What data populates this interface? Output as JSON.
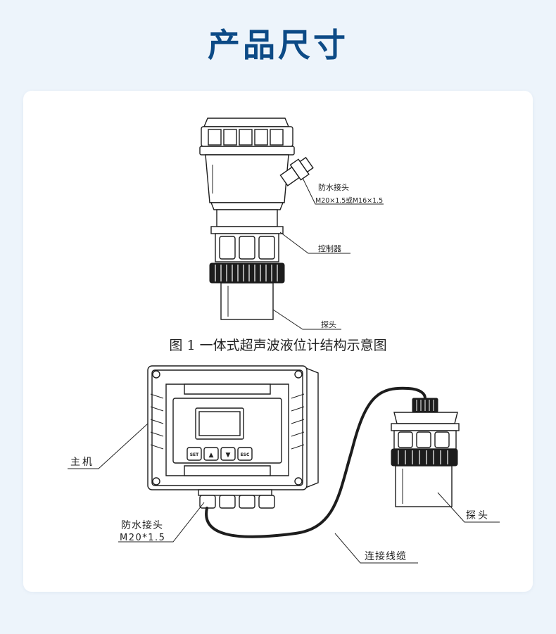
{
  "page": {
    "title": "产品尺寸"
  },
  "figure1": {
    "labels": {
      "waterproof_connector": "防水接头",
      "thread_spec": "M20×1.5或M16×1.5",
      "controller": "控制器",
      "probe": "探头"
    },
    "caption": "图 1  一体式超声波液位计结构示意图"
  },
  "figure2": {
    "labels": {
      "host": "主机",
      "waterproof_connector": "防水接头",
      "thread_spec": "M20*1.5",
      "probe": "探头",
      "cable": "连接线缆"
    },
    "buttons": [
      "SET",
      "▲",
      "▼",
      "ESC"
    ]
  }
}
